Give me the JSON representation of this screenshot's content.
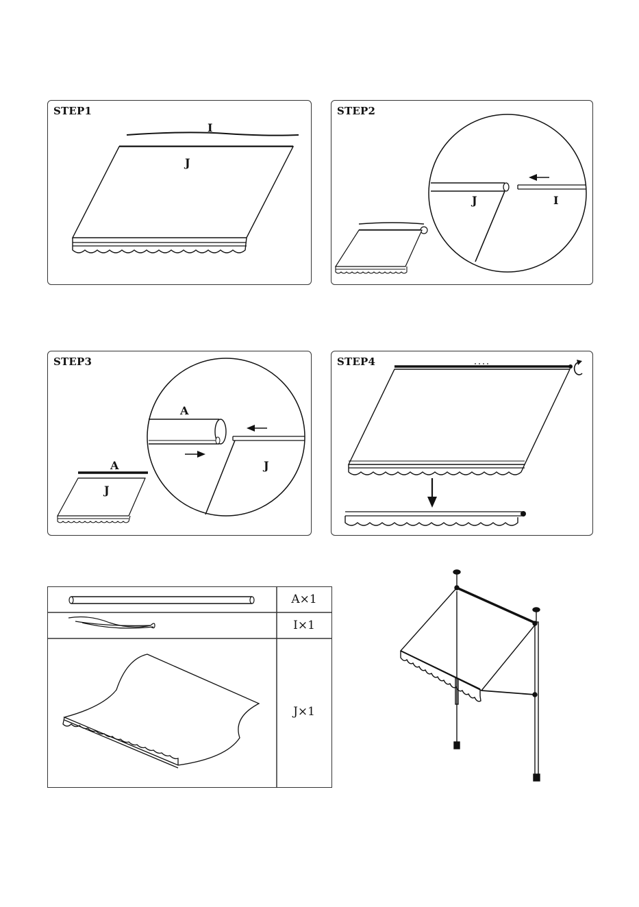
{
  "steps": [
    {
      "title": "STEP1",
      "labels": {
        "rod": "I",
        "fabric": "J"
      }
    },
    {
      "title": "STEP2",
      "labels": {
        "fabric": "J",
        "rod": "I"
      }
    },
    {
      "title": "STEP3",
      "labels": {
        "tube_small": "A",
        "fabric_small": "J",
        "tube_zoom": "A",
        "fabric_zoom": "J"
      }
    },
    {
      "title": "STEP4"
    }
  ],
  "parts_list": {
    "rows": [
      {
        "part": "A",
        "qty": "A×1"
      },
      {
        "part": "I",
        "qty": "I×1"
      },
      {
        "part": "J",
        "qty": "J×1"
      }
    ]
  },
  "icons": {
    "arrow": "arrow-icon",
    "rotate": "rotate-arrow-icon"
  },
  "colors": {
    "line": "#1a1a1a",
    "background": "#ffffff"
  }
}
